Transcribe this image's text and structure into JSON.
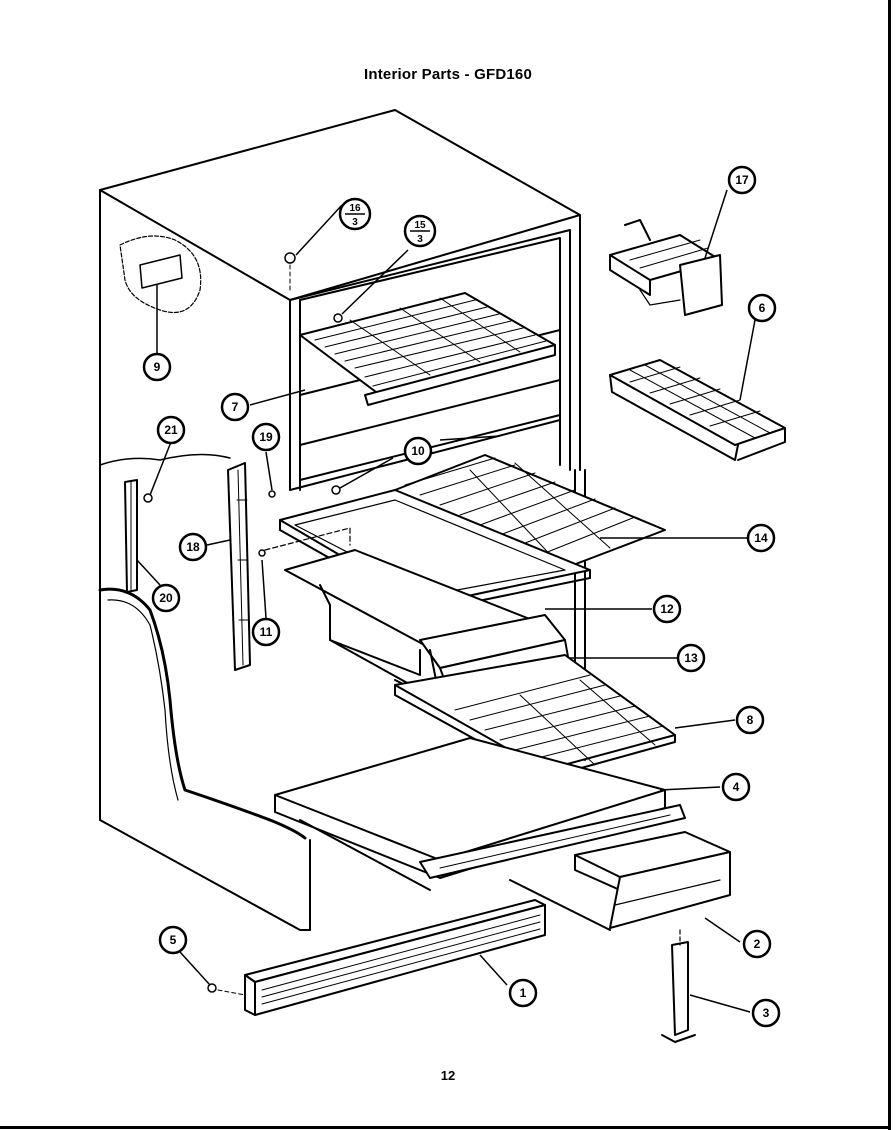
{
  "title": "Interior Parts - GFD160",
  "page_number": "12",
  "callouts": [
    "1",
    "2",
    "3",
    "4",
    "5",
    "6",
    "7",
    "8",
    "9",
    "10",
    "11",
    "12",
    "13",
    "14",
    "17",
    "18",
    "19",
    "20",
    "21"
  ],
  "fraction_callouts": [
    {
      "top": "16",
      "bottom": "3"
    },
    {
      "top": "15",
      "bottom": "3"
    }
  ]
}
